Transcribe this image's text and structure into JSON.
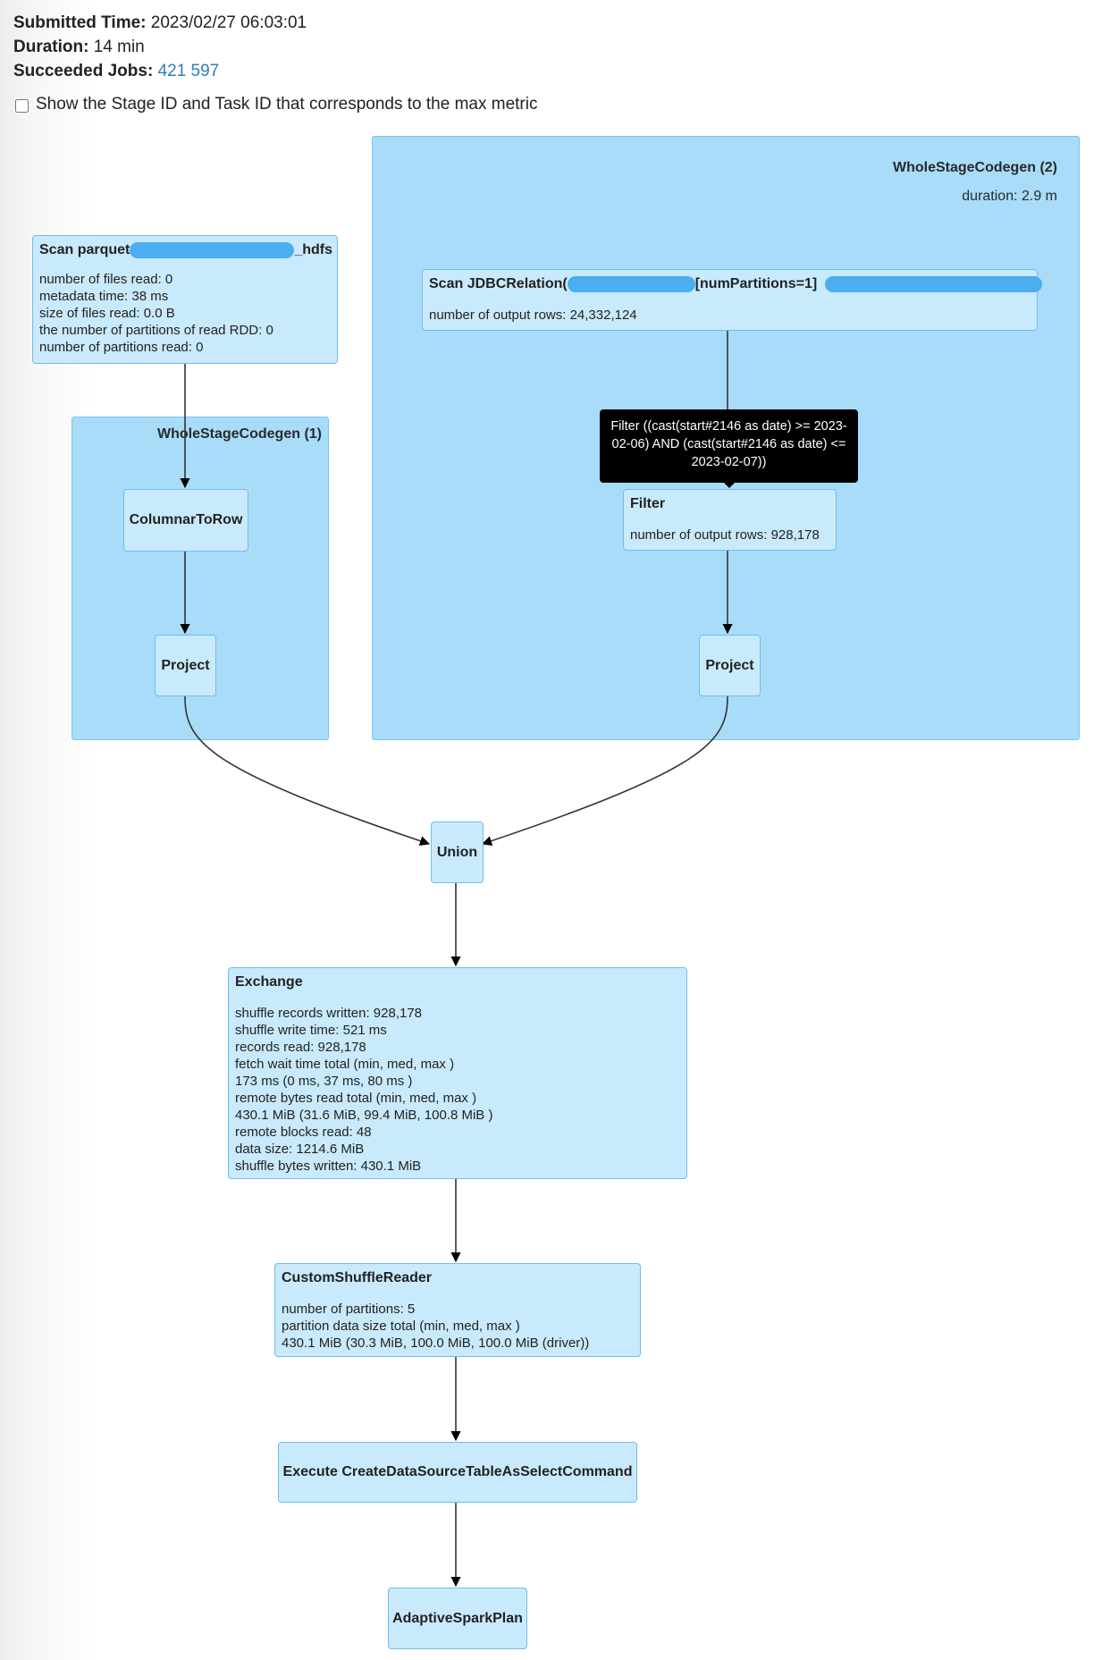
{
  "summary": {
    "submitted_label": "Submitted Time:",
    "submitted_value": "2023/02/27 06:03:01",
    "duration_label": "Duration:",
    "duration_value": "14 min",
    "jobs_label": "Succeeded Jobs:",
    "job_ids": [
      "421",
      "597"
    ]
  },
  "show_max_metric": {
    "label": "Show the Stage ID and Task ID that corresponds to the max metric",
    "checked": false
  },
  "clusters": {
    "wsc1": {
      "title": "WholeStageCodegen (1)"
    },
    "wsc2": {
      "title": "WholeStageCodegen (2)",
      "duration": "duration: 2.9 m"
    }
  },
  "nodes": {
    "scan_parquet": {
      "title_prefix": "Scan parquet",
      "title_suffix": "_hdfs",
      "metrics": [
        "number of files read: 0",
        "metadata time: 38 ms",
        "size of files read: 0.0 B",
        "the number of partitions of read RDD: 0",
        "number of partitions read: 0"
      ]
    },
    "columnar_to_row": {
      "title": "ColumnarToRow"
    },
    "project_left": {
      "title": "Project"
    },
    "scan_jdbc": {
      "title_prefix": "Scan JDBCRelation(",
      "title_mid": "[numPartitions=1]",
      "metrics": [
        "number of output rows: 24,332,124"
      ]
    },
    "filter": {
      "title": "Filter",
      "metrics": [
        "number of output rows: 928,178"
      ],
      "tooltip": "Filter ((cast(start#2146 as date) >= 2023-02-06) AND (cast(start#2146 as date) <= 2023-02-07))"
    },
    "project_right": {
      "title": "Project"
    },
    "union": {
      "title": "Union"
    },
    "exchange": {
      "title": "Exchange",
      "metrics": [
        "shuffle records written: 928,178",
        "shuffle write time: 521 ms",
        "records read: 928,178",
        "fetch wait time total (min, med, max )",
        "173 ms (0 ms, 37 ms, 80 ms )",
        "remote bytes read total (min, med, max )",
        "430.1 MiB (31.6 MiB, 99.4 MiB, 100.8 MiB )",
        "remote blocks read: 48",
        "data size: 1214.6 MiB",
        "shuffle bytes written: 430.1 MiB"
      ]
    },
    "custom_shuffle_reader": {
      "title": "CustomShuffleReader",
      "metrics": [
        "number of partitions: 5",
        "partition data size total (min, med, max )",
        "430.1 MiB (30.3 MiB, 100.0 MiB, 100.0 MiB (driver))"
      ]
    },
    "execute_ctas": {
      "title": "Execute CreateDataSourceTableAsSelectCommand"
    },
    "adaptive_spark_plan": {
      "title": "AdaptiveSparkPlan"
    }
  },
  "colors": {
    "cluster_fill": "#a8dcf9",
    "node_fill": "#c9eafc",
    "node_border": "#6fbdec",
    "redaction": "#4aaef0",
    "link": "#2b7fc2"
  }
}
